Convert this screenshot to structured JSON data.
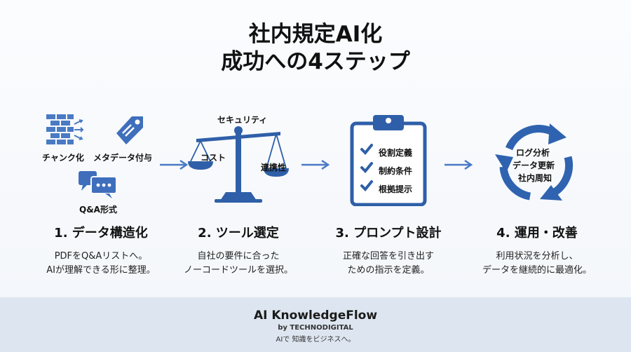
{
  "title": {
    "line1": "社内規定AI化",
    "line2": "成功への4ステップ"
  },
  "steps": [
    {
      "title": "1. データ構造化",
      "desc": [
        "PDFをQ&Aリストへ。",
        "AIが理解できる形に整理。"
      ],
      "icon_labels": {
        "chunk": "チャンク化",
        "meta": "メタデータ付与",
        "qa": "Q&A形式"
      }
    },
    {
      "title": "2. ツール選定",
      "desc": [
        "自社の要件に合った",
        "ノーコードツールを選択。"
      ],
      "icon_labels": {
        "top": "セキュリティ",
        "left": "コスト",
        "right": "連携性"
      }
    },
    {
      "title": "3. プロンプト設計",
      "desc": [
        "正確な回答を引き出す",
        "ための指示を定義。"
      ],
      "icon_labels": {
        "item1": "役割定義",
        "item2": "制約条件",
        "item3": "根拠提示"
      }
    },
    {
      "title": "4. 運用・改善",
      "desc": [
        "利用状況を分析し、",
        "データを継続的に最適化。"
      ],
      "icon_labels": {
        "line1": "ログ分析",
        "line2": "データ更新",
        "line3": "社内周知"
      }
    }
  ],
  "footer": {
    "brand": "AI KnowledgeFlow",
    "by": "by TECHNODIGITAL",
    "tagline": "AIで 知識をビジネスへ。"
  },
  "colors": {
    "accent": "#2f63b0",
    "accent_light": "#5b8fd6",
    "footer_bg": "#dde6f0"
  }
}
